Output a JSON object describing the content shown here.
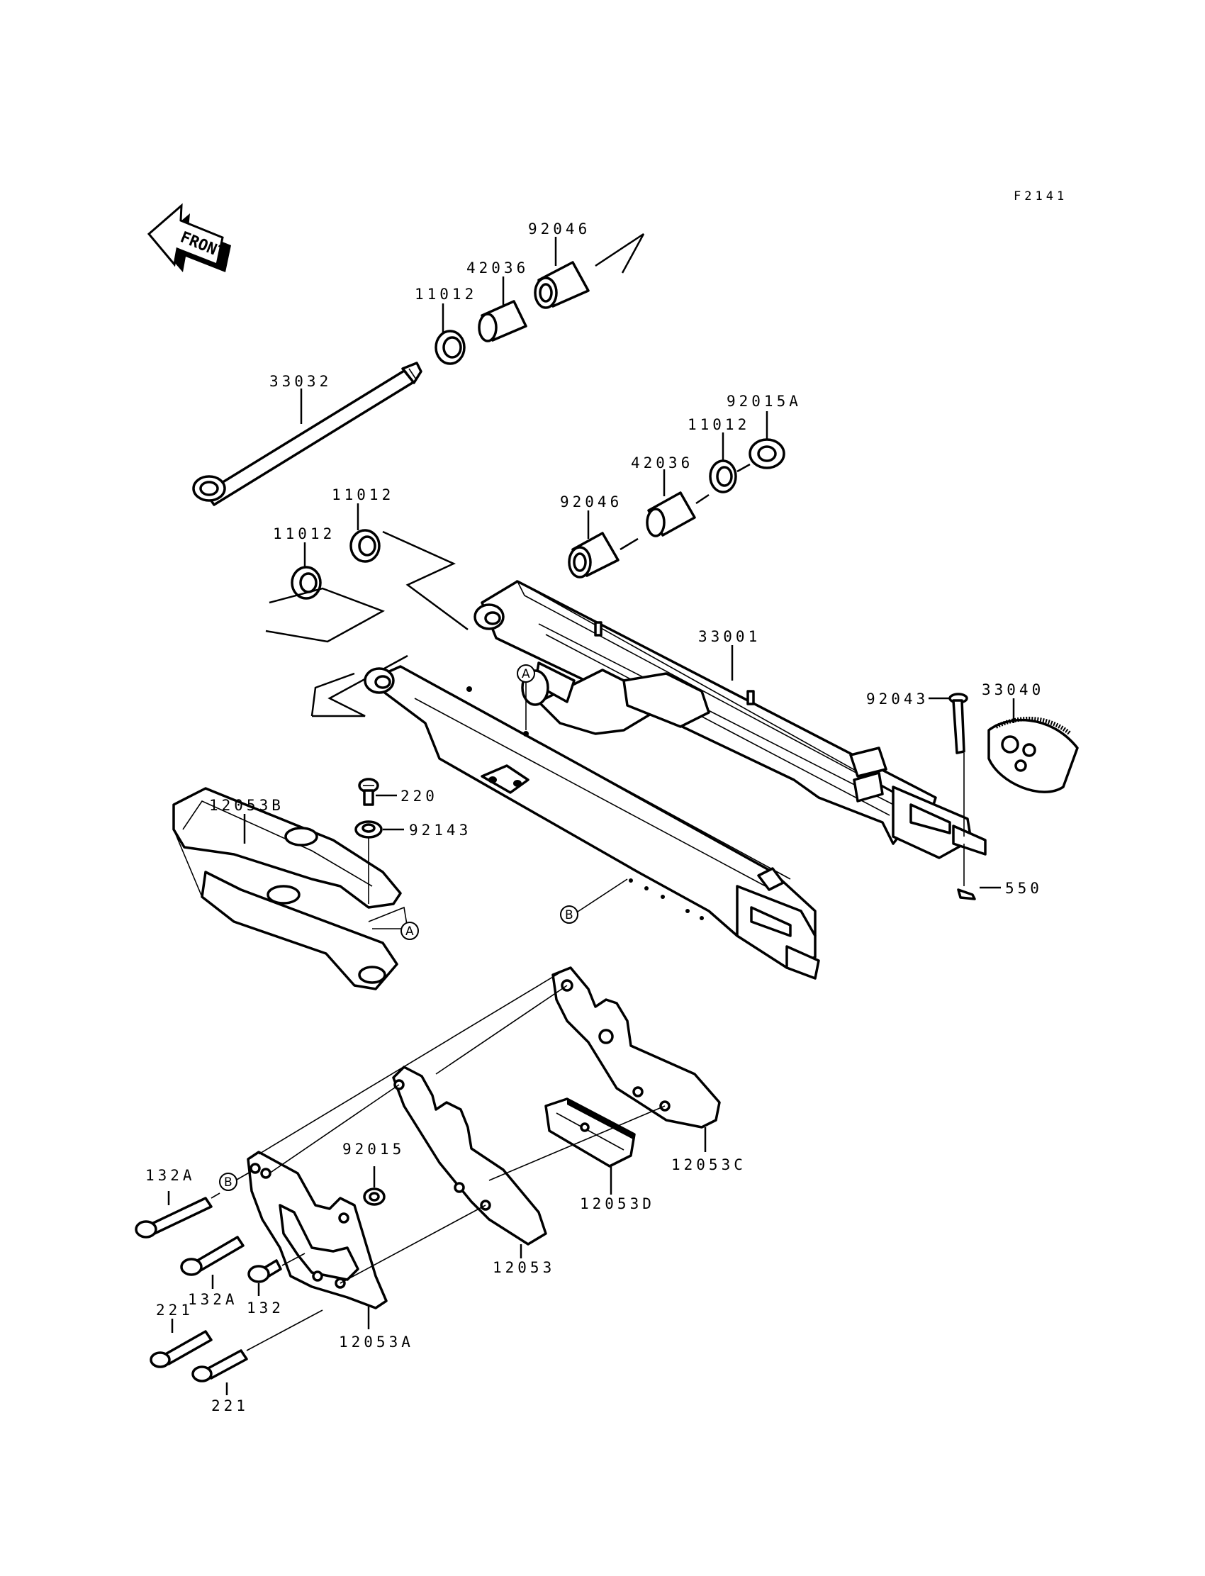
{
  "diagram_code": "F2141",
  "front_arrow": {
    "label": "FRONT"
  },
  "callout_markers": {
    "a": "A",
    "b": "B"
  },
  "part_labels": {
    "bushing_top": "92046",
    "sleeve_top": "42036",
    "seal_top": "11012",
    "pivot_shaft": "33032",
    "nut_right": "92015A",
    "seal_right": "11012",
    "sleeve_right": "42036",
    "bushing_right": "92046",
    "seal_left_upper": "11012",
    "seal_left_lower": "11012",
    "swingarm": "33001",
    "axle_pin": "92043",
    "adjuster_cam": "33040",
    "cotter_pin": "550",
    "chain_slider": "12053B",
    "screw": "220",
    "collar": "92143",
    "guide_plate_c": "12053C",
    "guide_block_d": "12053D",
    "guide_main": "12053",
    "guide_plate_a": "12053A",
    "nut_guide": "92015",
    "bolt_132a_top": "132A",
    "bolt_132a_bottom": "132A",
    "bolt_132": "132",
    "screw_221_top": "221",
    "screw_221_bottom": "221"
  }
}
